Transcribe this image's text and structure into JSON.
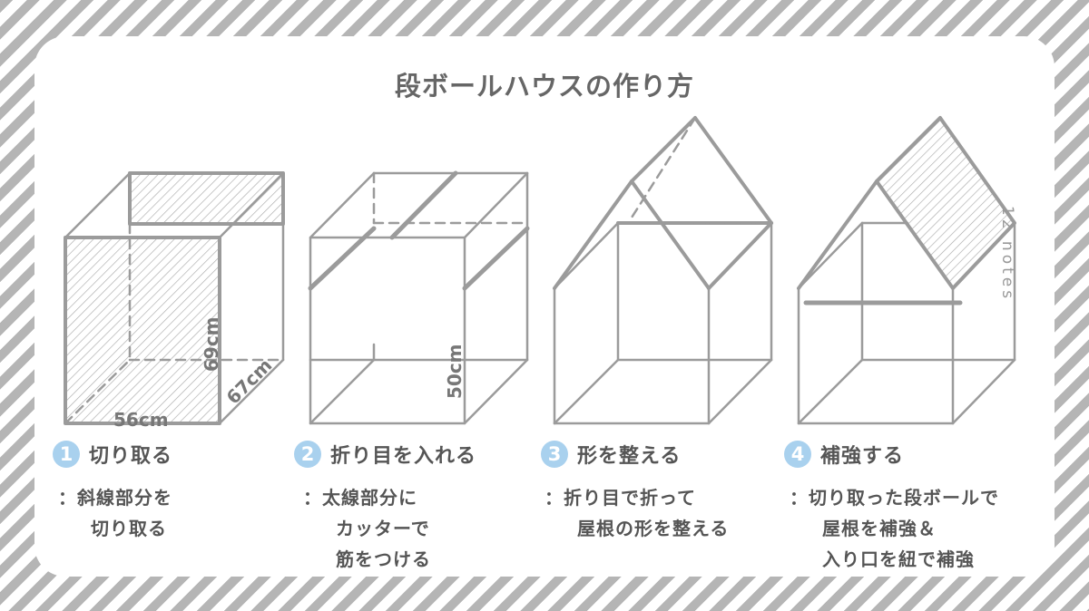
{
  "title": "段ボールハウスの作り方",
  "brand": "12 notes",
  "dimensions": {
    "height": "69cm",
    "depth": "67cm",
    "width": "56cm",
    "height_fold": "50cm"
  },
  "steps": [
    {
      "number": "1",
      "label": "切り取る",
      "desc": [
        "：斜線部分を",
        "切り取る"
      ]
    },
    {
      "number": "2",
      "label": "折り目を入れる",
      "desc": [
        "：太線部分に",
        "カッターで",
        "筋をつける"
      ]
    },
    {
      "number": "3",
      "label": "形を整える",
      "desc": [
        "：折り目で折って",
        "屋根の形を整える"
      ]
    },
    {
      "number": "4",
      "label": "補強する",
      "desc": [
        "：切り取った段ボールで",
        "屋根を補強＆",
        "入り口を紐で補強"
      ]
    }
  ],
  "colors": {
    "line": "#9b9b9b",
    "badge": "#a9d1ee",
    "text": "#555555",
    "stripe": "#b5b5b5"
  }
}
